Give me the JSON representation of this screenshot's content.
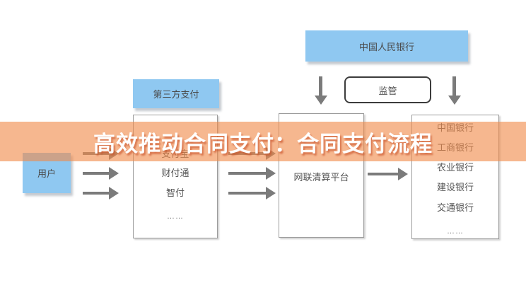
{
  "banner": {
    "title": "高效推动合同支付：合同支付流程",
    "background_color": "#F08B4A",
    "text_color": "#FFFFFF"
  },
  "nodes": {
    "pboc_label": "中国人民银行",
    "supervision_label": "监管",
    "third_party_label": "第三方支付",
    "user_label": "用户",
    "nets_platform_label": "网联清算平台",
    "third_party_items": [
      "支付宝",
      "财付通",
      "智付",
      "……"
    ],
    "bank_items": [
      "中国银行",
      "工商银行",
      "农业银行",
      "建设银行",
      "交通银行",
      "……"
    ]
  },
  "colors": {
    "node_blue": "#8FC8F1",
    "arrow_gray": "#7B7B7B",
    "box_border_gray": "#9C9C9C",
    "text_gray": "#4A4A4A"
  }
}
